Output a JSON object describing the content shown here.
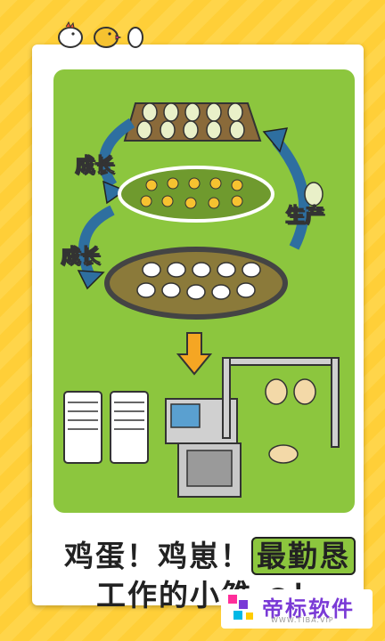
{
  "labels": {
    "grow_top": "成长",
    "grow_bottom": "成长",
    "produce": "生产"
  },
  "headline": {
    "line1_part1": "鸡蛋！鸡崽！",
    "line1_highlight": "最勤恳",
    "line2": "工作的小雏",
    "line2_end": "！"
  },
  "watermark": {
    "title": "帝标软件",
    "subtitle": "WWW.TIBA.VIP"
  },
  "colors": {
    "panel_green": "#8cc63e",
    "arrow_blue": "#2e6fa0",
    "arrow_orange": "#f5a623",
    "background_yellow": "#ffd54a"
  },
  "icons": [
    "chick-icon",
    "yellow-chick-icon",
    "egg-icon",
    "down-arrow-icon"
  ]
}
